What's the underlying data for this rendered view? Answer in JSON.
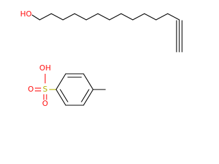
{
  "molecule_1": {
    "atoms": {
      "hydroxyl_label": "HO"
    }
  },
  "molecule_2": {
    "atoms": {
      "sulfonic_oh_label": "OH",
      "oxygen_1_label": "O",
      "sulfur_label": "S",
      "oxygen_2_label": "O"
    }
  },
  "colors": {
    "bond": "#000000",
    "oxygen": "#ff0d0d",
    "sulfur": "#b2b200"
  }
}
